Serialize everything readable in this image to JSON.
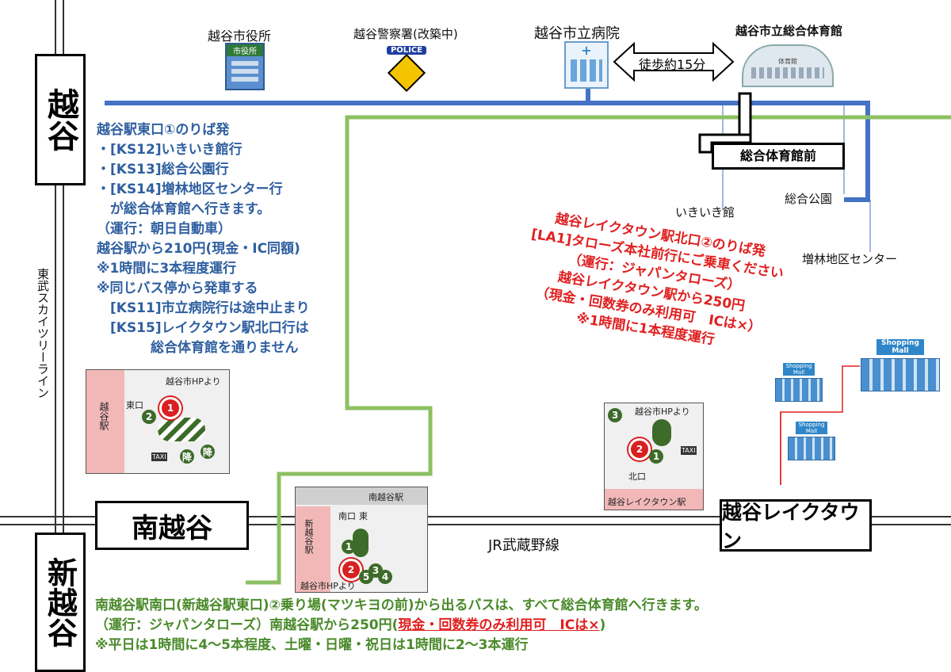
{
  "stations": {
    "koshigaya": "越谷",
    "minami_koshigaya": "南越谷",
    "shin_koshigaya": "新越谷",
    "laketown": "越谷レイクタウン"
  },
  "lines": {
    "tobu": "東武スカイツリーライン",
    "jr": "JR武蔵野線"
  },
  "landmarks": {
    "city_hall": "越谷市役所",
    "city_hall_sign": "市役所",
    "police": "越谷警察署(改築中)",
    "police_sign": "POLICE",
    "hospital": "越谷市立病院",
    "gym": "越谷市立総合体育館",
    "gym_sign": "体育館",
    "walk": "徒歩約15分",
    "mall_sign": "Shopping Mall"
  },
  "stops": {
    "gym_stop": "総合体育館前",
    "ikiiki": "いきいき館",
    "sogo_koen": "総合公園",
    "masubayashi": "増林地区センター"
  },
  "notes": {
    "blue": [
      "越谷駅東口①のりば発",
      "・[KS12]いきいき館行",
      "・[KS13]総合公園行",
      "・[KS14]増林地区センター行",
      "　が総合体育館へ行きます。",
      "（運行：朝日自動車）",
      "越谷駅から210円(現金・IC同額)",
      "※1時間に3本程度運行",
      "※同じバス停から発車する",
      "　[KS11]市立病院行は途中止まり",
      "　[KS15]レイクタウン駅北口行は",
      "　　　　総合体育館を通りません"
    ],
    "red": [
      "越谷レイクタウン駅北口②のりば発",
      "[LA1]タローズ本社前行にご乗車ください",
      "（運行：ジャパンタローズ）",
      "越谷レイクタウン駅から250円",
      "（現金・回数券のみ利用可　ICは×）",
      "※1時間に1本程度運行"
    ],
    "green_line1": "南越谷駅南口(新越谷駅東口)②乗り場(マツキヨの前)から出るバスは、すべて総合体育館へ行きます。",
    "green_line2a": "（運行：ジャパンタローズ）南越谷駅から250円(",
    "green_line2b": "現金・回数券のみ利用可　ICは×",
    "green_line2c": ")",
    "green_line3": "※平日は1時間に4～5本程度、土曜・日曜・祝日は1時間に2～3本運行"
  },
  "insets": {
    "koshigaya": {
      "source": "越谷市HPより",
      "station": "越谷駅",
      "exit": "東口",
      "kou": "降",
      "taxi": "TAXI",
      "n1": "1",
      "n2": "2"
    },
    "minami": {
      "station": "南越谷駅",
      "shin": "新越谷駅",
      "exit": "南口",
      "east": "東",
      "source": "越谷市HPより",
      "n1": "1",
      "n2": "2",
      "n3": "3",
      "n4": "4",
      "n5": "5"
    },
    "laketown": {
      "source": "越谷市HPより",
      "exit": "北口",
      "station": "越谷レイクタウン駅",
      "taxi": "TAXI",
      "n1": "1",
      "n2": "2",
      "n3": "3"
    }
  },
  "colors": {
    "blue_route": "#4472c4",
    "green_route": "#8cc063",
    "red_route": "#e02020"
  }
}
